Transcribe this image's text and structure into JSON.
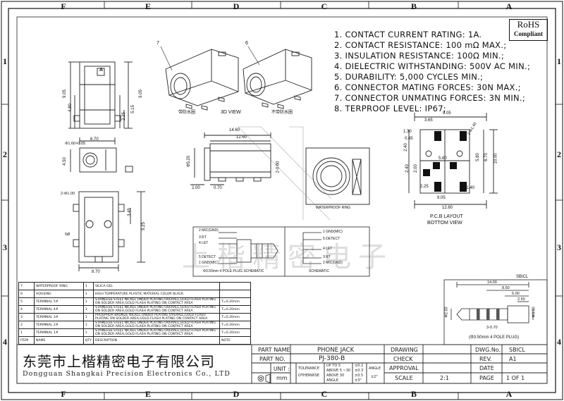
{
  "frame": {
    "columns_top": [
      "F",
      "E",
      "D",
      "C",
      "B",
      "A"
    ],
    "columns_bottom": [
      "F",
      "E",
      "D",
      "C",
      "B",
      "A"
    ],
    "rows_left": [
      "1",
      "2",
      "3",
      "4"
    ],
    "rows_right": [
      "1",
      "2",
      "3",
      "4"
    ]
  },
  "rohs": {
    "line1": "RoHS",
    "line2": "Compliant"
  },
  "specs": [
    "1. CONTACT CURRENT RATING: 1A.",
    "2. CONTACT RESISTANCE: 100 mΩ MAX.;",
    "3. INSULATION RESISTANCE: 100Ω MIN.;",
    "4. DIELECTRIC WITHSTANDING: 500V AC MIN.;",
    "5. DURABILITY: 5,000 CYCLES MIN.;",
    "6. CONNECTOR MATING FORCES: 30N   MAX.;",
    "7. CONNECTOR UNMATING FORCES: 3N MIN.;",
    "8. TERPROOF LEVEL: IP67;"
  ],
  "views": {
    "view3d": "3D VIEW",
    "with_ring": "带防水圈",
    "without_ring": "不带防水圈",
    "label6": "6",
    "label7": "7",
    "marker_a": "A",
    "waterproof_ring": "WATERPROOF RING",
    "pcb_layout": "P.C.B LAYOUT",
    "bottom_view": "BOTTOM VIEW",
    "plug_schematic": "Φ3.50mm 4 POLE PLUG SCHEMATIC",
    "schematic": "SCHEMATIC",
    "plug_title": "(Φ3.50mm 4 POLE PLUG)"
  },
  "dims": {
    "front_w": "6.70",
    "front_h1": "9.05",
    "front_h2": "4.80",
    "front_h3": "5.15",
    "front_h4": "2.25",
    "front_h5": "9.05",
    "hole_note": "Φ1.60×0.05",
    "side_450": "4.50",
    "bot_w": "8.70",
    "bot_h": "9.25",
    "bot_345": "3.45",
    "bot_note1": "2-Φ1.00",
    "bot_5r": "5Ø",
    "side_1460": "14.60",
    "side_1260": "12.60",
    "side_200": "2.00",
    "side_070": "0.70",
    "side_phi520": "Φ5.20",
    "side_2r060": "2-0.60",
    "pcb_905": "9.05",
    "pcb_365": "3.65",
    "pcb_130": "1.30",
    "pcb_045": "0.45",
    "pcb_2r140": "2-Φ1.40",
    "pcb_240": "2.40",
    "pcb_580a": "5.80",
    "pcb_580b": "5.80",
    "pcb_670": "6.70",
    "pcb_1000": "10.00",
    "pcb_240b": "2.40",
    "pcb_200": "2.00",
    "pcb_225": "2.25",
    "pcb_905b": "9.05",
    "pcb_5r140": "5-1.40",
    "pcb_1260": "12.60",
    "plug_1400": "14.00",
    "plug_850": "8.50",
    "plug_500": "5.00",
    "plug_250": "2.50",
    "plug_phi250": "Φ2.50",
    "plug_phi350": "Φ3.50",
    "plug_3r070": "3-0.70",
    "sbicl": "SBICL"
  },
  "schematic_left": [
    "2 MIC(GND)",
    "3 RT",
    "4 LET",
    "5 DETECT",
    "1 GND(MIC)"
  ],
  "schematic_right": [
    "1 GND(MIC)",
    "5 DETECT",
    "4 LET",
    "3 RT",
    "2 MIC(GND)"
  ],
  "bom": [
    [
      "7",
      "WATERPROOF RING",
      "1",
      "SILICA GEL",
      ""
    ],
    [
      "6",
      "HOUSING",
      "1",
      "HIGH TEMPERATURE PLASTIC MATERIAL COLOR BLACK",
      ""
    ],
    [
      "5",
      "TERMINAL 5#",
      "1",
      "STAINLESS STEEL NICKEL UNDER PLATING OVERALL,GOLD FLASH PLATING ON SOLDER AREA,GOLD FLASH PLATING ON CONTACT AREA",
      "T=0.20mm"
    ],
    [
      "4",
      "TERMINAL 4#",
      "1",
      "STAINLESS STEEL NICKEL UNDER PLATING OVERALL,GOLD FLASH PLATING ON SOLDER AREA,GOLD FLASH PLATING ON CONTACT AREA",
      "T=0.20mm"
    ],
    [
      "3",
      "TERMINAL 3#",
      "1",
      "PHOSPHOR BRONZE NICKEL UNDER PLATING OVERALL,GOLD FLASH PLATING ON SOLDER AREA,GOLD FLASH PLATING ON CONTACT AREA",
      "T=0.20mm"
    ],
    [
      "2",
      "TERMINAL 2#",
      "1",
      "STAINLESS STEEL NICKEL UNDER PLATING OVERALL,GOLD FLASH PLATING ON SOLDER AREA,GOLD FLASH PLATING ON CONTACT AREA",
      "T=0.20mm"
    ],
    [
      "1",
      "TERMINAL 1#",
      "1",
      "STAINLESS STEEL NICKEL UNDER PLATING OVERALL,GOLD FLASH PLATING ON SOLDER AREA,GOLD FLASH PLATING ON CONTACT AREA",
      "T=0.20mm"
    ],
    [
      "ITEM",
      "NAME",
      "QTY",
      "DESCRIPTION",
      "NOTE"
    ]
  ],
  "company": {
    "cn": "东莞市上楷精密电子有限公司",
    "en": "Dongguan Shangkai Precision Electronics Co., LTD"
  },
  "titleblock": {
    "part_name_label": "PART NAME",
    "part_name": "PHONE JACK",
    "part_no_label": "PART NO.",
    "part_no": "PJ-380-B",
    "unit_label": "UNIT :",
    "unit": "mm",
    "tolerance_label": "TOLERANCE",
    "otherwise_label": "OTHERWISE",
    "tol_up5": "UP TO 5",
    "tol_up5_v": "±0.2",
    "tol_5_30": "ABOVE 5 ~30",
    "tol_5_30_v": "±0.3",
    "tol_30": "ABOVE 30",
    "tol_30_v": "±0.5",
    "tol_angle": "ANGLE",
    "tol_angle_v": "±3°",
    "angle_label": "ANGLE",
    "angle_v": "±2°",
    "drawing_label": "DRAWING",
    "check_label": "CHECK",
    "approval_label": "APPROVAL",
    "scale_label": "SCALE",
    "scale": "2:1",
    "dwg_label": "DWG.No.",
    "dwg": "SBICL",
    "rev_label": "REV.",
    "rev": "A1",
    "date_label": "DATE",
    "page_label": "PAGE",
    "page": "1 OF 1"
  },
  "watermark": "上楷精密电子"
}
